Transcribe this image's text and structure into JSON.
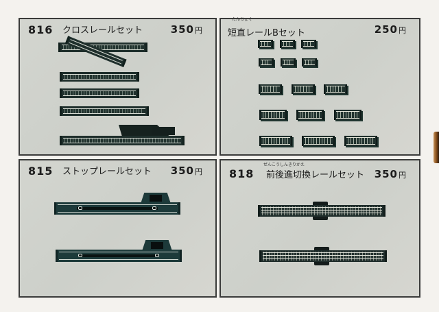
{
  "page": {
    "background": "#f4f2ee",
    "panel_color": "#d0d3cd",
    "track_color": "#1f2f2c"
  },
  "panels": [
    {
      "id": "816",
      "number": "816",
      "title": "クロスレールセット",
      "ruby": "",
      "price": "350",
      "currency": "円",
      "contents": [
        "crossing rail",
        "straight rail",
        "straight rail",
        "straight rail",
        "turnout rail"
      ]
    },
    {
      "id": "short-b",
      "number": "",
      "title": "短直レールBセット",
      "ruby": "たんちょく",
      "price": "250",
      "currency": "円",
      "contents": [
        "short straight rail x15"
      ]
    },
    {
      "id": "815",
      "number": "815",
      "title": "ストップレールセット",
      "ruby": "",
      "price": "350",
      "currency": "円",
      "contents": [
        "stop rail",
        "stop rail"
      ]
    },
    {
      "id": "818",
      "number": "818",
      "title": "前後進切換レールセット",
      "ruby": "ぜんこうしんきりかえ",
      "price": "350",
      "currency": "円",
      "contents": [
        "direction change rail",
        "direction change rail"
      ]
    }
  ]
}
